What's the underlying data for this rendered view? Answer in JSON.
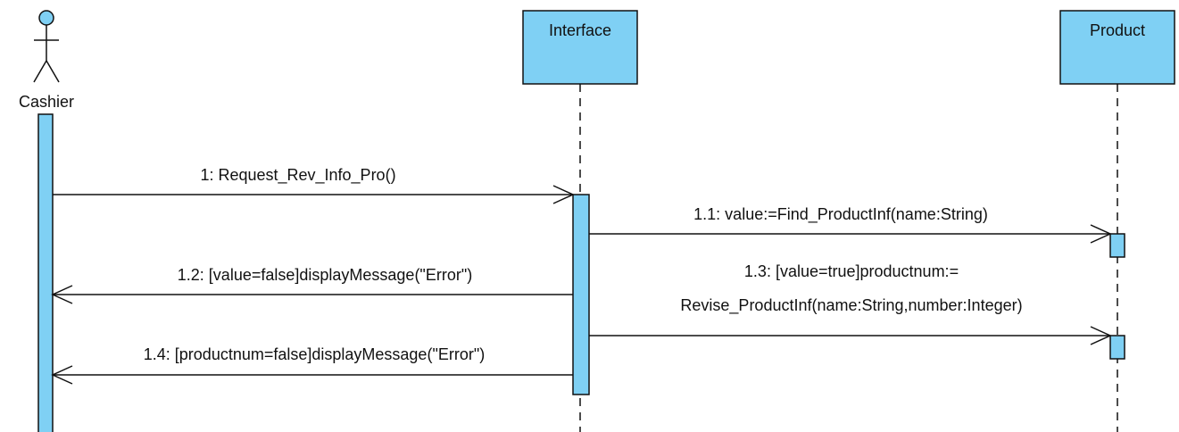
{
  "participants": {
    "actor": {
      "label": "Cashier",
      "icon": "stick-figure-icon"
    },
    "interface": {
      "label": "Interface"
    },
    "product": {
      "label": "Product"
    }
  },
  "messages": [
    {
      "label": "1: Request_Rev_Info_Pro()"
    },
    {
      "label": "1.1: value:=Find_ProductInf(name:String)"
    },
    {
      "label": "1.2: [value=false]displayMessage(\"Error\")"
    },
    {
      "label_line1": "1.3: [value=true]productnum:=",
      "label_line2": "Revise_ProductInf(name:String,number:Integer)"
    },
    {
      "label": "1.4: [productnum=false]displayMessage(\"Error\")"
    }
  ],
  "colors": {
    "fill": "#7fd0f4",
    "stroke": "#111111"
  }
}
